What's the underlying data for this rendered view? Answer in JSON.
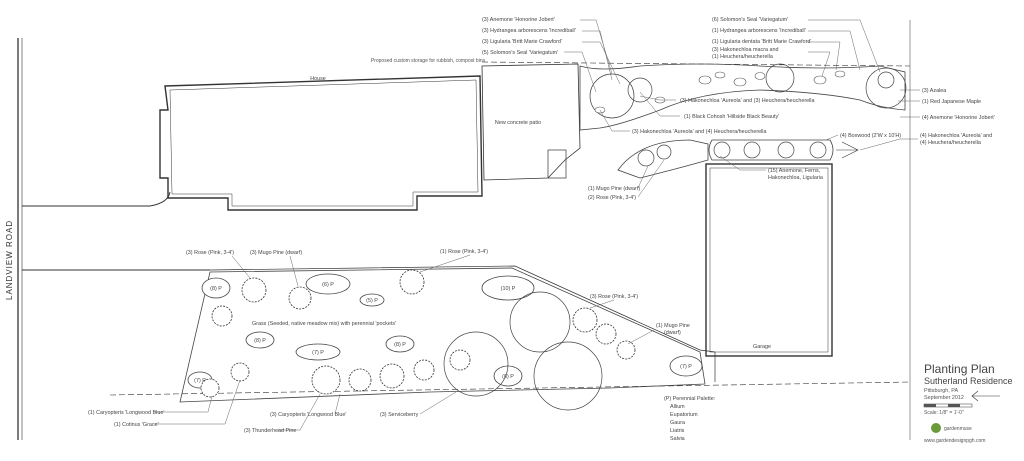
{
  "road": "LANDVIEW ROAD",
  "structures": {
    "house": "House",
    "patio": "New concrete patio",
    "garage": "Garage",
    "storage": "Proposed custom storage for rubbish, compost bins"
  },
  "labels": {
    "anemone_top": "(3) Anemone 'Honorine Jobert'",
    "hydrangea_top": "(3) Hydrangea arborescens 'Incrediball'",
    "ligularia_top": "(3) Ligularia 'Britt Marie Crawford'",
    "solomon_left": "(5) Solomon's Seal 'Variegatum'",
    "solomon_right": "(6) Solomon's Seal 'Variegatum'",
    "hydrangea_right": "(1) Hydrangea arborescens 'Incrediball'",
    "ligularia_right": "(1) Ligularia dentata 'Britt Marie Crawford'",
    "hakone_pair_1": "(3) Hakonechloa macra and",
    "hakone_pair_2": "(1) Heuchera/heucherella",
    "azalea": "(3) Azalea",
    "maple": "(1) Red Japanese Maple",
    "anemone_right": "(4) Anemone 'Honorine Jobert'",
    "hakone_mid": "(3) Hakonechloa 'Aureola' and (3) Heuchera/heucherella",
    "cohosh": "(1) Black Cohosh 'Hillside Black Beauty'",
    "hakone_lower": "(3) Hakonechloa 'Aureola' and (4) Heuchera/heucherella",
    "boxwood": "(4) Boxwood (2'W x 10'H)",
    "hakone_far_1": "(4) Hakonechloa 'Aureola' and",
    "hakone_far_2": "(4) Heuchera/heucherella",
    "anemone_ferns_1": "(15) Anemone, Ferns,",
    "anemone_ferns_2": "Hakonechloa, Ligularia",
    "mugo_dwarf_side": "(1) Mugo Pine (dwarf)",
    "rose_side": "(2) Rose (Pink, 3-4')",
    "rose_a": "(3) Rose (Pink, 3-4')",
    "mugo_a": "(3) Mugo Pine (dwarf)",
    "rose_b": "(1) Rose (Pink, 3-4')",
    "rose_c": "(3) Rose (Pink, 3-4')",
    "mugo_b_1": "(1) Mugo Pine",
    "mugo_b_2": "(dwarf)",
    "grass": "Grass (Seeded, native meadow mix) with perennial 'pockets'",
    "caryopteris_l": "(1) Caryopteris 'Longwood Blue'",
    "cotinus": "(1) Cotinus 'Grace'",
    "caryopteris_r": "(3) Caryopteris 'Longwood Blue'",
    "serviceberry": "(3) Serviceberry",
    "pine": "(3) Thunderhead Pine"
  },
  "pockets": [
    "(8) P",
    "(6) P",
    "(5) P",
    "(8) P",
    "(10) P",
    "(7) P",
    "(8) P",
    "(8) P",
    "(7) P",
    "(7) P"
  ],
  "palette": {
    "title": "(P) Perennial Palette:",
    "items": [
      "Allium",
      "Eupatorium",
      "Gaura",
      "Liatris",
      "Salvia"
    ]
  },
  "title_block": {
    "title": "Planting Plan",
    "subtitle": "Sutherland Residence",
    "city": "Pittsburgh, PA",
    "date": "September 2012",
    "scale": "Scale: 1/8\" = 1'-0\"",
    "logo_text": "gardenmuse",
    "url": "www.gardendesignpgh.com"
  }
}
